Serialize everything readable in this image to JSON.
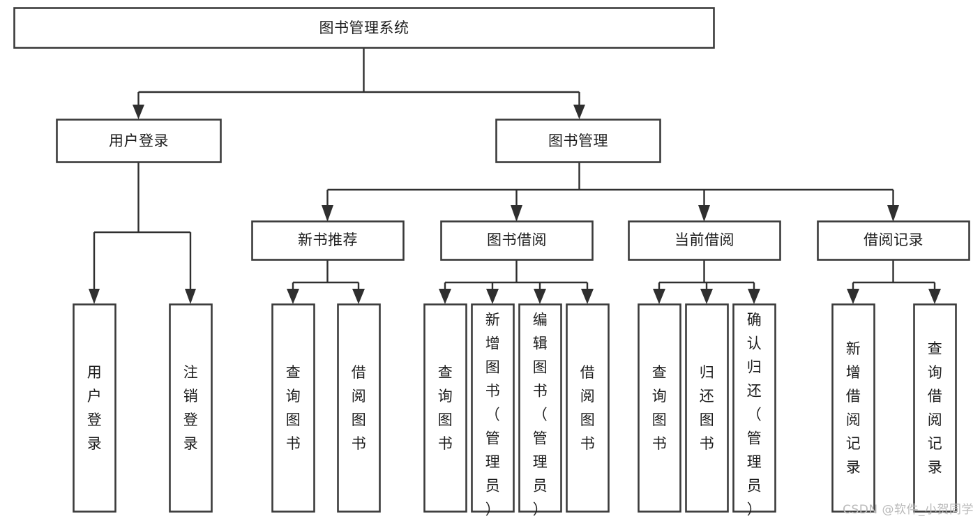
{
  "diagram": {
    "type": "tree",
    "title": "图书管理系统",
    "root": {
      "id": "root",
      "label": "图书管理系统",
      "orientation": "horizontal"
    },
    "level2": [
      {
        "id": "user-login",
        "label": "用户登录",
        "orientation": "horizontal"
      },
      {
        "id": "book-manage",
        "label": "图书管理",
        "orientation": "horizontal"
      }
    ],
    "level3": [
      {
        "id": "new-book-recommend",
        "label": "新书推荐",
        "orientation": "horizontal",
        "parent": "book-manage"
      },
      {
        "id": "book-borrow",
        "label": "图书借阅",
        "orientation": "horizontal",
        "parent": "book-manage"
      },
      {
        "id": "current-borrow",
        "label": "当前借阅",
        "orientation": "horizontal",
        "parent": "book-manage"
      },
      {
        "id": "borrow-record",
        "label": "借阅记录",
        "orientation": "horizontal",
        "parent": "book-manage"
      }
    ],
    "leaves": [
      {
        "id": "leaf-user-login",
        "label": "用户登录",
        "orientation": "vertical",
        "parent": "user-login"
      },
      {
        "id": "leaf-user-logout",
        "label": "注销登录",
        "orientation": "vertical",
        "parent": "user-login"
      },
      {
        "id": "leaf-query-book-1",
        "label": "查询图书",
        "orientation": "vertical",
        "parent": "new-book-recommend"
      },
      {
        "id": "leaf-borrow-book-1",
        "label": "借阅图书",
        "orientation": "vertical",
        "parent": "new-book-recommend"
      },
      {
        "id": "leaf-query-book-2",
        "label": "查询图书",
        "orientation": "vertical",
        "parent": "book-borrow"
      },
      {
        "id": "leaf-add-book",
        "label": "新增图书（管理员）",
        "orientation": "vertical",
        "parent": "book-borrow"
      },
      {
        "id": "leaf-edit-book",
        "label": "编辑图书（管理员）",
        "orientation": "vertical",
        "parent": "book-borrow"
      },
      {
        "id": "leaf-borrow-book-2",
        "label": "借阅图书",
        "orientation": "vertical",
        "parent": "book-borrow"
      },
      {
        "id": "leaf-query-book-3",
        "label": "查询图书",
        "orientation": "vertical",
        "parent": "current-borrow"
      },
      {
        "id": "leaf-return-book",
        "label": "归还图书",
        "orientation": "vertical",
        "parent": "current-borrow"
      },
      {
        "id": "leaf-confirm-return",
        "label": "确认归还（管理员）",
        "orientation": "vertical",
        "parent": "current-borrow"
      },
      {
        "id": "leaf-add-record",
        "label": "新增借阅记录",
        "orientation": "vertical",
        "parent": "borrow-record"
      },
      {
        "id": "leaf-query-record",
        "label": "查询借阅记录",
        "orientation": "vertical",
        "parent": "borrow-record"
      }
    ],
    "colors": {
      "box_stroke": "#3b3b3b",
      "box_fill": "#ffffff",
      "connector": "#2f2f2f",
      "text": "#1d1d1d",
      "background": "#ffffff",
      "watermark": "#b9b9b9"
    }
  },
  "watermark": {
    "text": "CSDN @软件_小贺同学"
  }
}
